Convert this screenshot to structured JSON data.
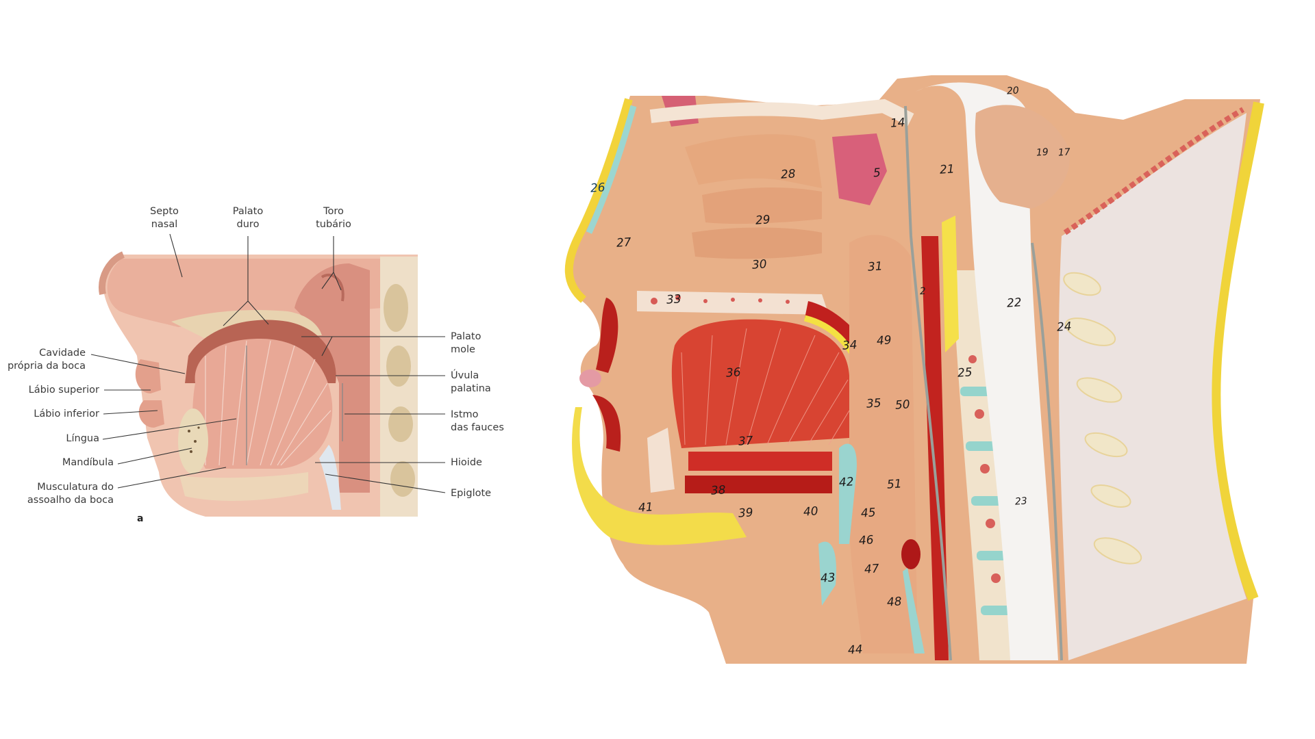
{
  "illustration": {
    "figure_letter": "a",
    "labels": {
      "septo_nasal": "Septo\nnasal",
      "palato_duro": "Palato\nduro",
      "toro_tubario": "Toro\ntubário",
      "cavidade": "Cavidade\nprópria da boca",
      "labio_superior": "Lábio superior",
      "labio_inferior": "Lábio inferior",
      "lingua": "Língua",
      "mandibula": "Mandíbula",
      "musculatura": "Musculatura do\nassoalho da boca",
      "palato_mole": "Palato\nmole",
      "uvula": "Úvula\npalatina",
      "istmo": "Istmo\ndas fauces",
      "hioide": "Hioide",
      "epiglote": "Epiglote"
    }
  },
  "model": {
    "numbers": [
      {
        "id": "n14",
        "text": "14"
      },
      {
        "id": "n20",
        "text": "20"
      },
      {
        "id": "n21",
        "text": "21"
      },
      {
        "id": "n19",
        "text": "19"
      },
      {
        "id": "n17",
        "text": "17"
      },
      {
        "id": "n26",
        "text": "26"
      },
      {
        "id": "n28",
        "text": "28"
      },
      {
        "id": "n5",
        "text": "5"
      },
      {
        "id": "n29",
        "text": "29"
      },
      {
        "id": "n27",
        "text": "27"
      },
      {
        "id": "n30",
        "text": "30"
      },
      {
        "id": "n31",
        "text": "31"
      },
      {
        "id": "n2",
        "text": "2"
      },
      {
        "id": "n33",
        "text": "33"
      },
      {
        "id": "n22",
        "text": "22"
      },
      {
        "id": "n24",
        "text": "24"
      },
      {
        "id": "n34",
        "text": "34"
      },
      {
        "id": "n49",
        "text": "49"
      },
      {
        "id": "n36",
        "text": "36"
      },
      {
        "id": "n25",
        "text": "25"
      },
      {
        "id": "n35",
        "text": "35"
      },
      {
        "id": "n50",
        "text": "50"
      },
      {
        "id": "n37",
        "text": "37"
      },
      {
        "id": "n42",
        "text": "42"
      },
      {
        "id": "n51",
        "text": "51"
      },
      {
        "id": "n38",
        "text": "38"
      },
      {
        "id": "n41",
        "text": "41"
      },
      {
        "id": "n40",
        "text": "40"
      },
      {
        "id": "n39",
        "text": "39"
      },
      {
        "id": "n45",
        "text": "45"
      },
      {
        "id": "n23",
        "text": "23"
      },
      {
        "id": "n46",
        "text": "46"
      },
      {
        "id": "n43",
        "text": "43"
      },
      {
        "id": "n47",
        "text": "47"
      },
      {
        "id": "n48",
        "text": "48"
      },
      {
        "id": "n44",
        "text": "44"
      }
    ]
  }
}
